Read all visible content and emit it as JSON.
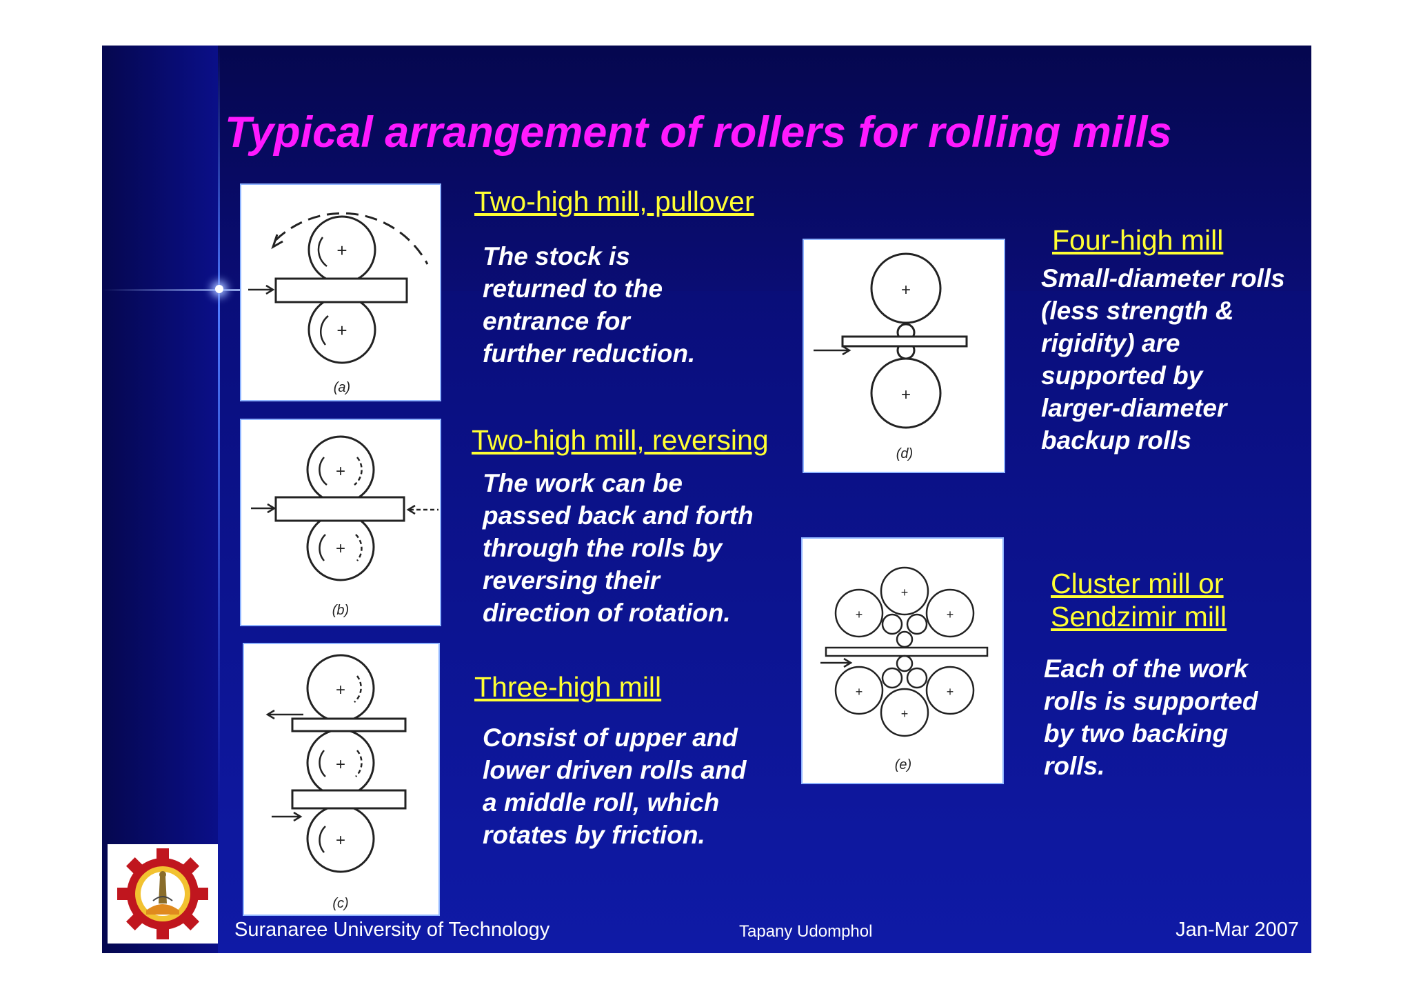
{
  "slide": {
    "title": "Typical arrangement of rollers for rolling mills",
    "sections": [
      {
        "heading": "Two-high mill, pullover",
        "lines": [
          "The stock is",
          "returned to the",
          "entrance for",
          "further reduction."
        ]
      },
      {
        "heading": "Two-high mill, reversing",
        "lines": [
          "The work can be",
          "passed back and forth",
          "through the rolls by",
          "reversing their",
          "direction of rotation."
        ]
      },
      {
        "heading": "Three-high mill",
        "lines": [
          "Consist of upper and",
          "lower driven rolls and",
          "a middle roll, which",
          "rotates by friction."
        ]
      },
      {
        "heading": "Four-high mill",
        "lines": [
          "Small-diameter rolls",
          "(less strength &",
          "rigidity) are",
          "supported by",
          "larger-diameter",
          "backup rolls"
        ]
      },
      {
        "heading_lines": [
          "Cluster mill or",
          "Sendzimir mill"
        ],
        "lines": [
          "Each of the work",
          "rolls is supported",
          "by two backing",
          "rolls."
        ]
      }
    ],
    "figure_labels": {
      "a": "(a)",
      "b": "(b)",
      "c": "(c)",
      "d": "(d)",
      "e": "(e)"
    }
  },
  "footer": {
    "institution": "Suranaree University of Technology",
    "author": "Tapany  Udomphol",
    "date": "Jan-Mar   2007"
  },
  "colors": {
    "title": "#ff1aff",
    "heading": "#ffff33",
    "body_text": "#ffffff",
    "background": "#0a0f80"
  }
}
